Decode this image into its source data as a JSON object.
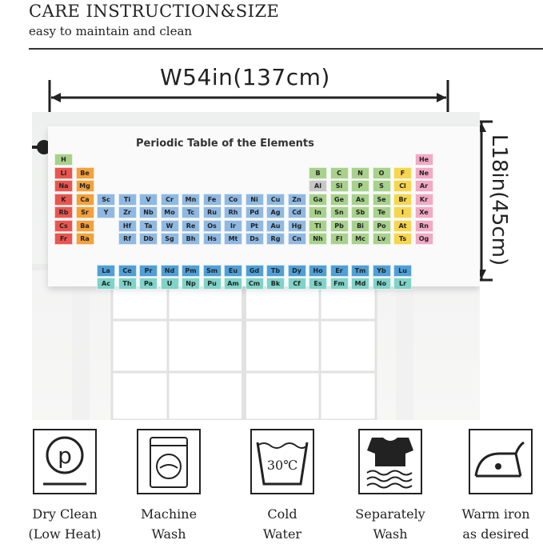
{
  "header": {
    "title": "CARE INSTRUCTION&SIZE",
    "subtitle": "easy to maintain and clean"
  },
  "dimensions": {
    "width": "W54in(137cm)",
    "height": "L18in(45cm)"
  },
  "product": {
    "print_title": "Periodic Table of the Elements"
  },
  "elements": {
    "row1": [
      "H",
      "He"
    ],
    "row2": [
      "Li",
      "Be",
      "B",
      "C",
      "N",
      "O",
      "F",
      "Ne"
    ],
    "row3": [
      "Na",
      "Mg",
      "Al",
      "Si",
      "P",
      "S",
      "Cl",
      "Ar"
    ],
    "row4": [
      "K",
      "Ca",
      "Sc",
      "Ti",
      "V",
      "Cr",
      "Mn",
      "Fe",
      "Co",
      "Ni",
      "Cu",
      "Zn",
      "Ga",
      "Ge",
      "As",
      "Se",
      "Br",
      "Kr"
    ],
    "row5": [
      "Rb",
      "Sr",
      "Y",
      "Zr",
      "Nb",
      "Mo",
      "Tc",
      "Ru",
      "Rh",
      "Pd",
      "Ag",
      "Cd",
      "In",
      "Sn",
      "Sb",
      "Te",
      "I",
      "Xe"
    ],
    "row6": [
      "Cs",
      "Ba",
      "",
      "Hf",
      "Ta",
      "W",
      "Re",
      "Os",
      "Ir",
      "Pt",
      "Au",
      "Hg",
      "Tl",
      "Pb",
      "Bi",
      "Po",
      "At",
      "Rn"
    ],
    "row7": [
      "Fr",
      "Ra",
      "",
      "Rf",
      "Db",
      "Sg",
      "Bh",
      "Hs",
      "Mt",
      "Ds",
      "Rg",
      "Cn",
      "Nh",
      "Fl",
      "Mc",
      "Lv",
      "Ts",
      "Og"
    ],
    "lanthanides": [
      "La",
      "Ce",
      "Pr",
      "Nd",
      "Pm",
      "Sm",
      "Eu",
      "Gd",
      "Tb",
      "Dy",
      "Ho",
      "Er",
      "Tm",
      "Yb",
      "Lu"
    ],
    "actinides": [
      "Ac",
      "Th",
      "Pa",
      "U",
      "Np",
      "Pu",
      "Am",
      "Cm",
      "Bk",
      "Cf",
      "Es",
      "Fm",
      "Md",
      "No",
      "Lr"
    ]
  },
  "care": [
    {
      "line1": "Dry Clean",
      "line2": "(Low Heat)",
      "icon": "dry-clean-icon"
    },
    {
      "line1": "Machine",
      "line2": "Wash",
      "icon": "washing-machine-icon"
    },
    {
      "line1": "Cold",
      "line2": "Water",
      "icon": "wash-basin-icon",
      "temp": "30℃"
    },
    {
      "line1": "Separately",
      "line2": "Wash",
      "icon": "separate-wash-icon"
    },
    {
      "line1": "Warm iron",
      "line2": "as desired",
      "icon": "iron-icon"
    }
  ]
}
